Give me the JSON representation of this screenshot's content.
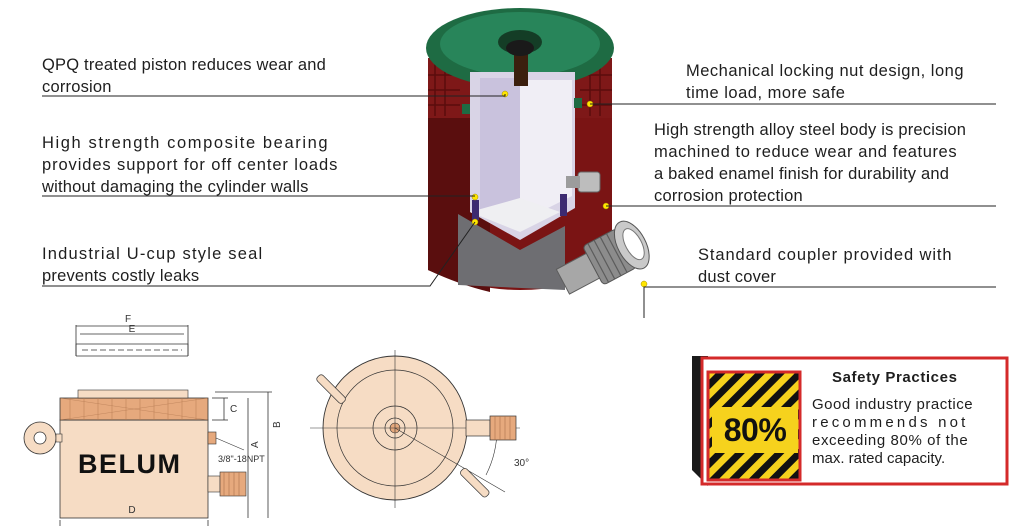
{
  "callouts": {
    "piston": [
      "QPQ treated piston reduces wear and",
      "corrosion"
    ],
    "bearing": [
      "High strength composite bearing",
      "provides support for off center loads",
      "without damaging the cylinder walls"
    ],
    "seal": [
      "Industrial U-cup style seal",
      "prevents costly leaks"
    ],
    "locking_nut": [
      "Mechanical locking nut design, long",
      "time load, more safe"
    ],
    "body": [
      "High strength alloy steel body is precision",
      "machined to reduce wear and features",
      "a baked enamel finish for durability and",
      "corrosion protection"
    ],
    "coupler": [
      "Standard coupler provided with",
      "dust cover"
    ]
  },
  "drawing": {
    "brand": "BELUM",
    "port_label": "3/8\"-18NPT",
    "dims": {
      "F": "F",
      "E": "E",
      "A": "A",
      "B": "B",
      "C": "C",
      "D": "D"
    },
    "angle": "30°"
  },
  "safety": {
    "title": "Safety Practices",
    "percent": "80%",
    "lines": [
      "Good industry practice",
      "recommends not",
      "exceeding 80% of the",
      "max. rated capacity."
    ]
  },
  "colors": {
    "cylinder_red": "#7a1414",
    "saddle_green": "#1e6b43",
    "warning_red": "#d42a2a",
    "warning_yellow": "#f6d21d",
    "drawing_fill": "#f6dcc4"
  }
}
